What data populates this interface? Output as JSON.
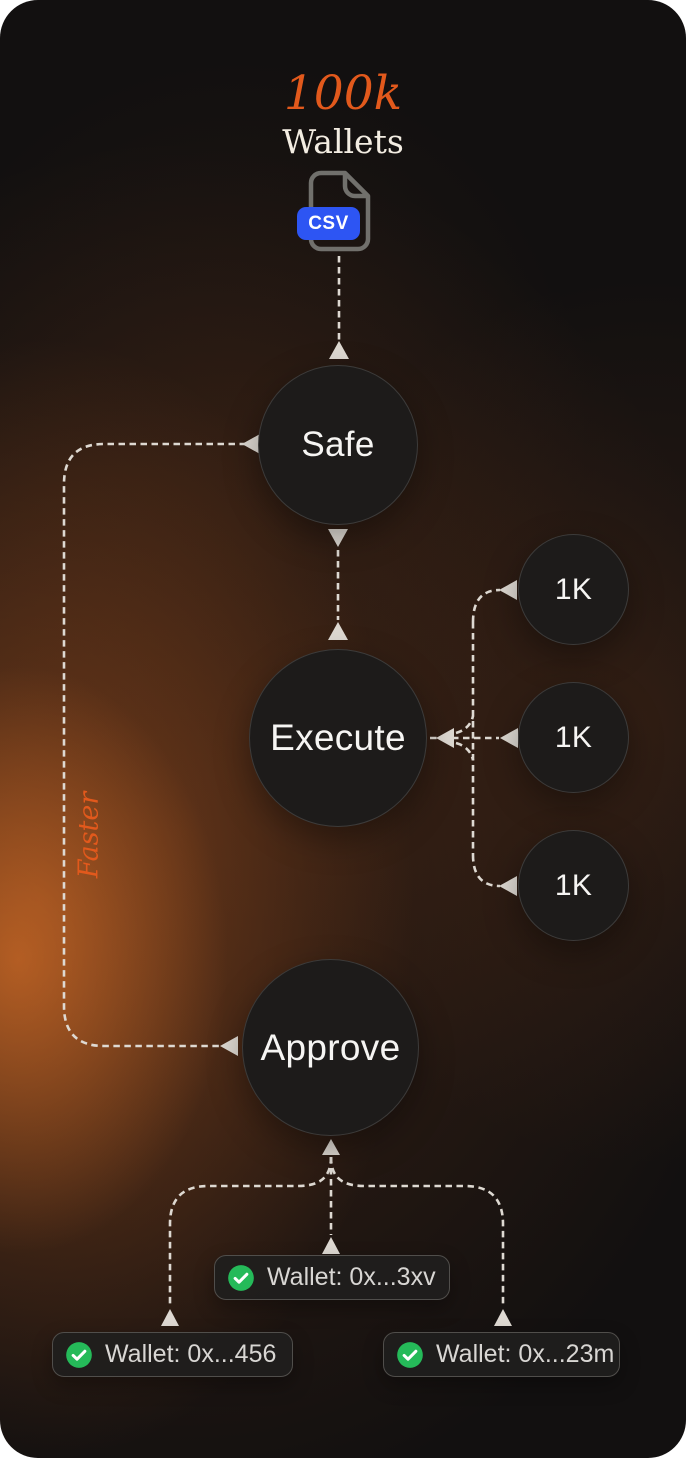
{
  "header": {
    "count": "100k",
    "subtitle": "Wallets",
    "file_type": "CSV"
  },
  "diagram": {
    "nodes": [
      {
        "id": "safe",
        "label": "Safe"
      },
      {
        "id": "execute",
        "label": "Execute"
      },
      {
        "id": "approve",
        "label": "Approve"
      },
      {
        "id": "batch-1",
        "label": "1K"
      },
      {
        "id": "batch-2",
        "label": "1K"
      },
      {
        "id": "batch-3",
        "label": "1K"
      }
    ],
    "edge_labels": [
      {
        "id": "faster",
        "label": "Faster"
      }
    ],
    "wallet_results": [
      {
        "label": "Wallet: 0x...3xv",
        "status": "success"
      },
      {
        "label": "Wallet: 0x...456",
        "status": "success"
      },
      {
        "label": "Wallet: 0x...23m",
        "status": "success"
      }
    ]
  },
  "icons": {
    "file": "csv-file-icon",
    "check": "check-icon"
  },
  "colors": {
    "accent_orange": "#e2591c",
    "badge_blue": "#2d55f3",
    "success_green": "#25ba59",
    "edge_color": "#ded9d2",
    "node_fill": "#1d1b1a"
  }
}
